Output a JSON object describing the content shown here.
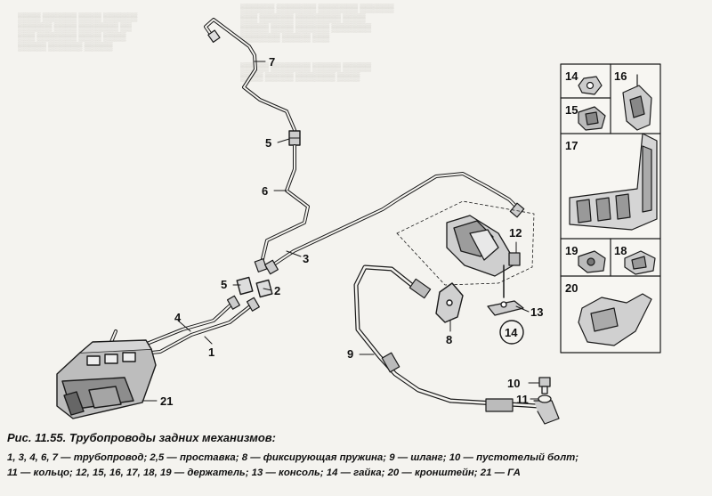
{
  "callouts": {
    "n1": "1",
    "n2": "2",
    "n3": "3",
    "n4": "4",
    "n5a": "5",
    "n5b": "5",
    "n6": "6",
    "n7": "7",
    "n8": "8",
    "n9": "9",
    "n10": "10",
    "n11": "11",
    "n12": "12",
    "n13": "13",
    "n14": "14",
    "n21": "21"
  },
  "inset": {
    "n14": "14",
    "n15": "15",
    "n16": "16",
    "n17": "17",
    "n18": "18",
    "n19": "19",
    "n20": "20"
  },
  "caption": {
    "title": "Рис. 11.55. Трубопроводы задних механизмов:",
    "legend_line1": "1, 3, 4, 6, 7 — трубопровод; 2,5 — проставка; 8 — фиксирующая пружина; 9 — шланг; 10 — пустотелый болт;",
    "legend_line2": "11 — кольцо; 12, 15, 16, 17, 18, 19 — держатель; 13 — консоль; 14 — гайка; 20 — кронштейн; 21 — ГА"
  },
  "colors": {
    "ink": "#1a1a1a",
    "paper": "#f4f3ef",
    "bleed": "#c9c7c0"
  }
}
